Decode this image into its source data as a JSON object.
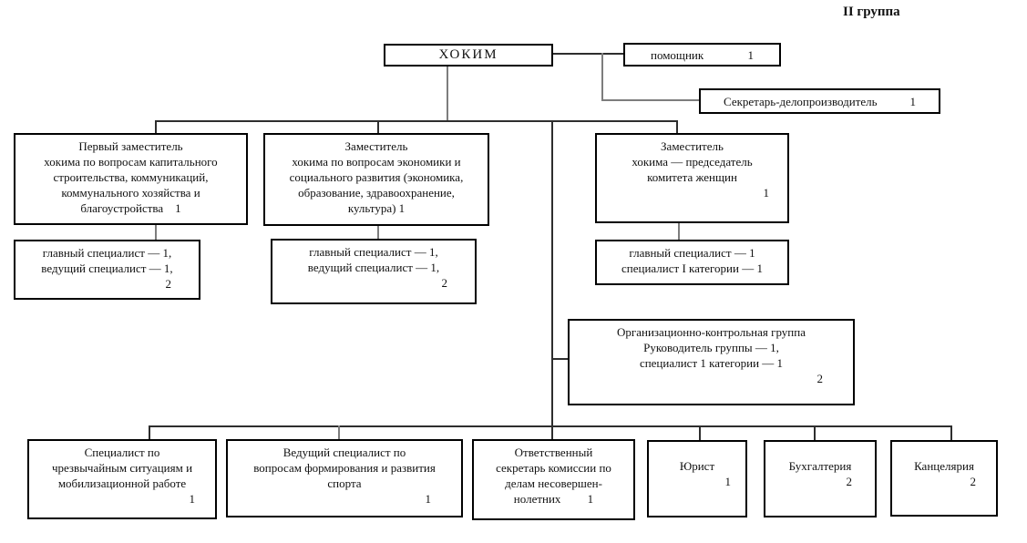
{
  "header": {
    "group_label": "II группа"
  },
  "colors": {
    "background": "#ffffff",
    "box_border": "#000000",
    "text": "#111111",
    "connector_dark": "#2e2e2e",
    "connector_gray": "#7d7d7d"
  },
  "nodes": {
    "khokim": {
      "title": "ХОКИМ"
    },
    "assistant": {
      "label": "помощник",
      "count": "1"
    },
    "secretary": {
      "label": "Секретарь-делопроизводитель",
      "count": "1"
    },
    "deputy_construction": {
      "text": "Первый заместитель\nхокима по вопросам капитального\nстроительства, коммуникаций,\nкоммунального хозяйства и\nблагоустройства    1"
    },
    "deputy_economy": {
      "text": "Заместитель\nхокима по вопросам экономики и\nсоциального развития (экономика,\nобразование, здравоохранение,\nкультура) 1"
    },
    "deputy_women": {
      "text": "Заместитель\nхокима — председатель\nкомитета женщин",
      "count": "1"
    },
    "staff_construction": {
      "text": "главный специалист — 1,\nведущий специалист — 1,",
      "count": "2"
    },
    "staff_economy": {
      "text": "главный специалист — 1,\nведущий специалист — 1,",
      "count": "2"
    },
    "staff_women": {
      "text": "главный специалист — 1\nспециалист I категории — 1"
    },
    "org_control_group": {
      "text": "Организационно-контрольная группа\nРуководитель группы — 1,\nспециалист 1 категории — 1",
      "count": "2"
    },
    "emergency_specialist": {
      "text": "Специалист по\nчрезвычайным ситуациям и\nмобилизационной работе",
      "count": "1"
    },
    "sports_specialist": {
      "text": "Ведущий специалист по\nвопросам формирования и развития\nспорта",
      "count": "1"
    },
    "minors_secretary": {
      "text": "Ответственный\nсекретарь комиссии по\nделам несовершен-\nнолетних         1"
    },
    "lawyer": {
      "label": "Юрист",
      "count": "1"
    },
    "accounting": {
      "label": "Бухгалтерия",
      "count": "2"
    },
    "chancellery": {
      "label": "Канцелярия",
      "count": "2"
    }
  }
}
